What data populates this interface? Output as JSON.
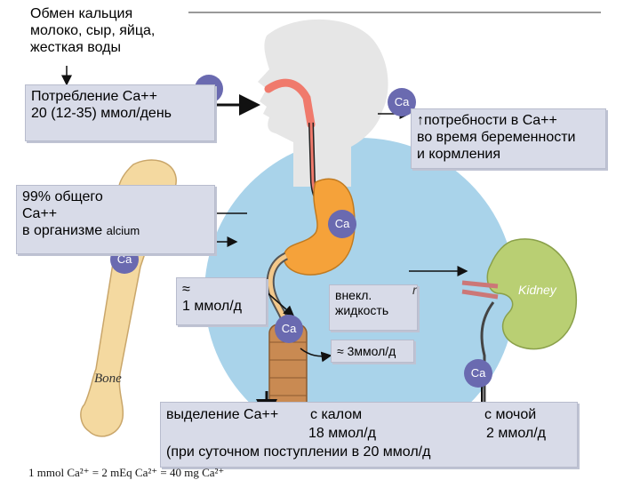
{
  "intake_note": {
    "line1": "Обмен кальция",
    "line2": "молоко, сыр, яйца,",
    "line3": "жесткая воды"
  },
  "intake_box": {
    "line1": "Потребление Ca++",
    "line2": "20 (12-35) ммол/день"
  },
  "pregnancy_box": {
    "line1": "↑потребности в Ca++",
    "line2": "во время беременности",
    "line3": "и кормления"
  },
  "bone_box": {
    "line1": "99% общего",
    "line2": "Ca++",
    "line3": "в организме"
  },
  "calcium_fragment": "alcium",
  "gut_flow": {
    "approx": "≈",
    "value": "1 ммол/д"
  },
  "extracellular": {
    "line1": "внекл.",
    "line2": "жидкость",
    "fragment": "r"
  },
  "kidney_flow": "≈ 3ммол/д",
  "ca_badge": "Ca",
  "excretion_box": {
    "title": "выделение Ca++",
    "feces_label": "с калом",
    "feces_value": "18 ммол/д",
    "urine_label": "с мочой",
    "urine_value": "2 ммол/д",
    "note": "(при суточном поступлении в 20 ммол/д"
  },
  "bone_label": "Bone",
  "kidney_label": "Kidney",
  "footnote": "1 mmol Ca²⁺ = 2 mEq Ca²⁺ = 40 mg Ca²⁺",
  "colors": {
    "circle": "#a9d3ea",
    "bone": "#f4d9a0",
    "stomach": "#f5a23a",
    "kidney": "#b9cf73",
    "badge": "#6a6ab0",
    "box": "#d8dbe8"
  }
}
